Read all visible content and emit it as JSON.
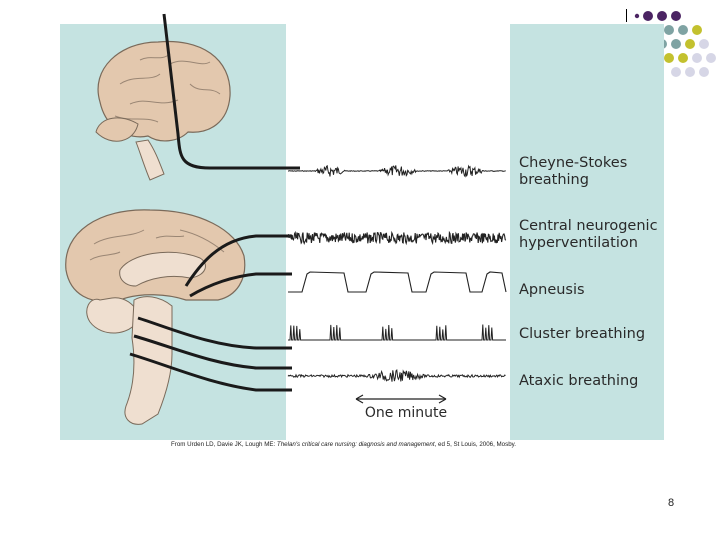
{
  "colors": {
    "panel_bg": "#c5e3e1",
    "brain_tan": "#e3c8ae",
    "brain_outline": "#7a6a5a",
    "brainstem": "#efdfd0",
    "dot_purple": "#4b2463",
    "dot_teal": "#7fa3a3",
    "dot_olive": "#c3c12e",
    "dot_lavender": "#d6d6e6"
  },
  "patterns": [
    {
      "name": "Cheyne-Stokes",
      "label_line1": "Cheyne-Stokes",
      "label_line2": "breathing"
    },
    {
      "name": "Central neurogenic hyperventilation",
      "label_line1": "Central neurogenic",
      "label_line2": "hyperventilation"
    },
    {
      "name": "Apneusis",
      "label_line1": "Apneusis",
      "label_line2": ""
    },
    {
      "name": "Cluster breathing",
      "label_line1": "Cluster breathing",
      "label_line2": ""
    },
    {
      "name": "Ataxic breathing",
      "label_line1": "Ataxic breathing",
      "label_line2": ""
    }
  ],
  "scale_bar_label": "One minute",
  "citation": {
    "prefix": "From Urden LD, Davie JK, Lough ME: ",
    "title": "Thelan's critical care nursing: diagnosis and management",
    "suffix": ", ed 5, St Louis, 2006, Mosby."
  },
  "page_number": "8"
}
